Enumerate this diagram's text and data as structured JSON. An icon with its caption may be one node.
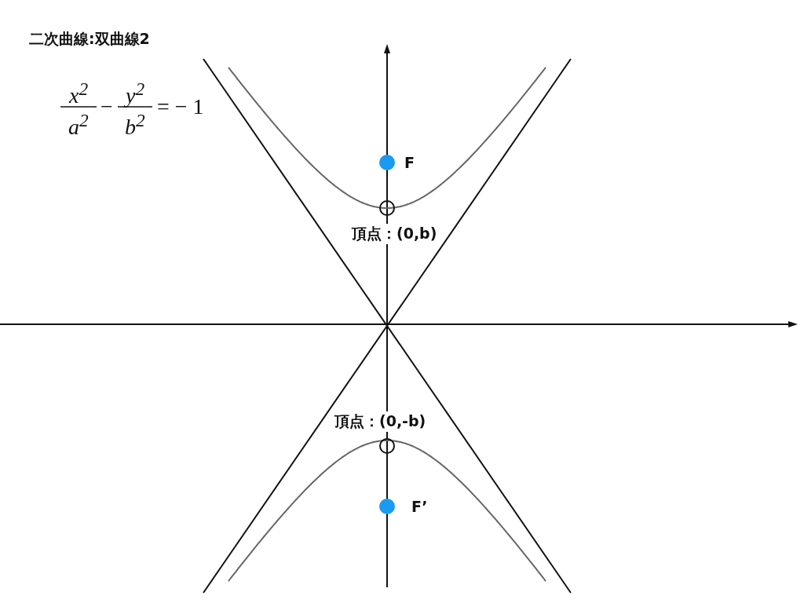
{
  "diagram": {
    "title": "二次曲線:双曲線2",
    "nodes": [
      {
        "text": [],
        "shape": "circle",
        "beside": [
          "F"
        ]
      },
      {
        "text": [],
        "shape": "circle",
        "beside": [
          "頂点：(0,b)"
        ]
      },
      {
        "text": [],
        "shape": "circle",
        "beside": [
          "頂点：(0,-b)"
        ]
      },
      {
        "text": [],
        "shape": "circle",
        "beside": [
          "F’"
        ]
      }
    ],
    "edges": [],
    "labels": [
      "x$^{2}$",
      "a$^{2}$",
      "−",
      "y$^{2}$",
      "b$^{2}$",
      "= − 1"
    ]
  }
}
